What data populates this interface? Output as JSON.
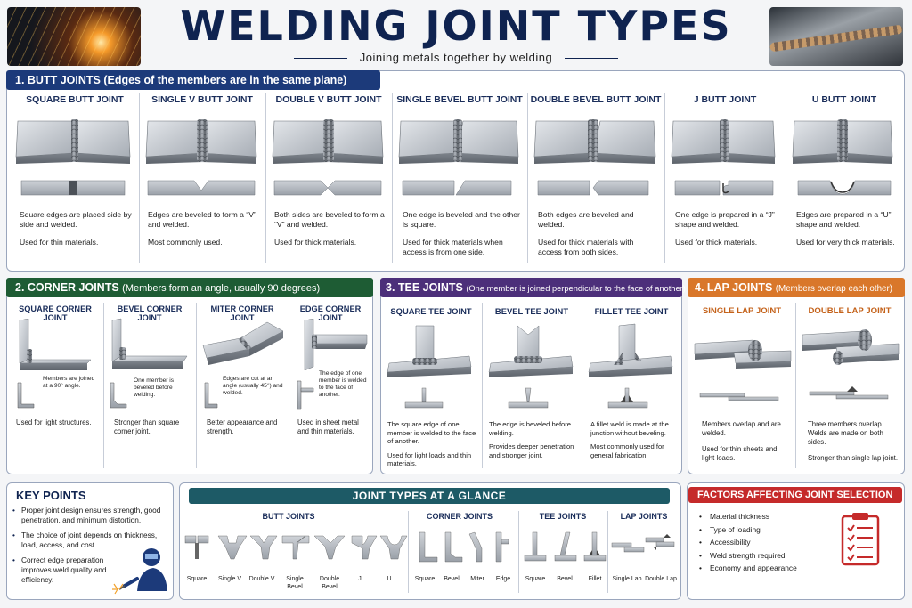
{
  "header": {
    "title": "WELDING JOINT TYPES",
    "subtitle": "Joining metals together by welding",
    "left_image_icon": "welding-sparks-photo",
    "right_image_icon": "weld-bead-photo"
  },
  "colors": {
    "navy": "#0f2350",
    "butt": "#1c3a7a",
    "corner": "#1e5c34",
    "tee": "#4c2f7a",
    "lap": "#d9772a",
    "glance": "#1d5a66",
    "factors": "#c52a2a"
  },
  "butt": {
    "title": "1. BUTT JOINTS",
    "subtitle": "(Edges of the members are in the same plane)",
    "joints": [
      {
        "name": "SQUARE BUTT JOINT",
        "desc": "Square edges are placed side by side and welded.",
        "use": "Used for thin materials."
      },
      {
        "name": "SINGLE V BUTT JOINT",
        "desc": "Edges are beveled to form a “V” and welded.",
        "use": "Most commonly used."
      },
      {
        "name": "DOUBLE V BUTT JOINT",
        "desc": "Both sides are beveled to form a “V” and welded.",
        "use": "Used for thick materials."
      },
      {
        "name": "SINGLE BEVEL BUTT JOINT",
        "desc": "One edge is beveled and the other is square.",
        "use": "Used for thick materials when access is from one side."
      },
      {
        "name": "DOUBLE BEVEL BUTT JOINT",
        "desc": "Both edges are beveled and welded.",
        "use": "Used for thick materials with access from both sides."
      },
      {
        "name": "J BUTT JOINT",
        "desc": "One edge is prepared in a “J” shape and welded.",
        "use": "Used for thick materials."
      },
      {
        "name": "U BUTT JOINT",
        "desc": "Edges are prepared in a “U” shape and welded.",
        "use": "Used for very thick materials."
      }
    ]
  },
  "corner": {
    "title": "2. CORNER JOINTS",
    "subtitle": "(Members form an angle, usually 90 degrees)",
    "joints": [
      {
        "name": "SQUARE CORNER JOINT",
        "desc": "Members are joined at a 90° angle.",
        "use": "Used for light structures."
      },
      {
        "name": "BEVEL CORNER JOINT",
        "desc": "One member is beveled before welding.",
        "use": "Stronger than square corner joint."
      },
      {
        "name": "MITER CORNER JOINT",
        "desc": "Edges are cut at an angle (usually 45°) and welded.",
        "use": "Better appearance and strength."
      },
      {
        "name": "EDGE CORNER JOINT",
        "desc": "The edge of one member is welded to the face of another.",
        "use": "Used in sheet metal and thin materials."
      }
    ]
  },
  "tee": {
    "title": "3. TEE JOINTS",
    "subtitle": "(One member is joined perpendicular to the face of another)",
    "joints": [
      {
        "name": "SQUARE TEE JOINT",
        "desc": "The square edge of one member is welded to the face of another.",
        "use": "Used for light loads and thin materials."
      },
      {
        "name": "BEVEL TEE JOINT",
        "desc": "The edge is beveled before welding.",
        "use": "Provides deeper penetration and stronger joint."
      },
      {
        "name": "FILLET TEE JOINT",
        "desc": "A fillet weld is made at the junction without beveling.",
        "use": "Most commonly used for general fabrication."
      }
    ]
  },
  "lap": {
    "title": "4. LAP JOINTS",
    "subtitle": "(Members overlap each other)",
    "joints": [
      {
        "name": "SINGLE LAP JOINT",
        "desc": "Members overlap and are welded.",
        "use": "Used for thin sheets and light loads."
      },
      {
        "name": "DOUBLE LAP JOINT",
        "desc": "Three members overlap. Welds are made on both sides.",
        "use": "Stronger than single lap joint."
      }
    ]
  },
  "key_points": {
    "title": "KEY POINTS",
    "items": [
      "Proper joint design ensures strength, good penetration, and minimum distortion.",
      "The choice of joint depends on thickness, load, access, and cost.",
      "Correct edge preparation improves weld quality and efficiency."
    ],
    "icon": "welder-icon"
  },
  "glance": {
    "title": "JOINT TYPES  AT A GLANCE",
    "groups": [
      {
        "name": "BUTT JOINTS",
        "items": [
          "Square",
          "Single V",
          "Double V",
          "Single Bevel",
          "Double Bevel",
          "J",
          "U"
        ]
      },
      {
        "name": "CORNER JOINTS",
        "items": [
          "Square",
          "Bevel",
          "Miter",
          "Edge"
        ]
      },
      {
        "name": "TEE JOINTS",
        "items": [
          "Square",
          "Bevel",
          "Fillet"
        ]
      },
      {
        "name": "LAP JOINTS",
        "items": [
          "Single Lap",
          "Double Lap"
        ]
      }
    ]
  },
  "factors": {
    "title": "FACTORS AFFECTING JOINT SELECTION",
    "items": [
      "Material thickness",
      "Type of loading",
      "Accessibility",
      "Weld strength required",
      "Economy and appearance"
    ],
    "icon": "clipboard-checklist-icon"
  }
}
